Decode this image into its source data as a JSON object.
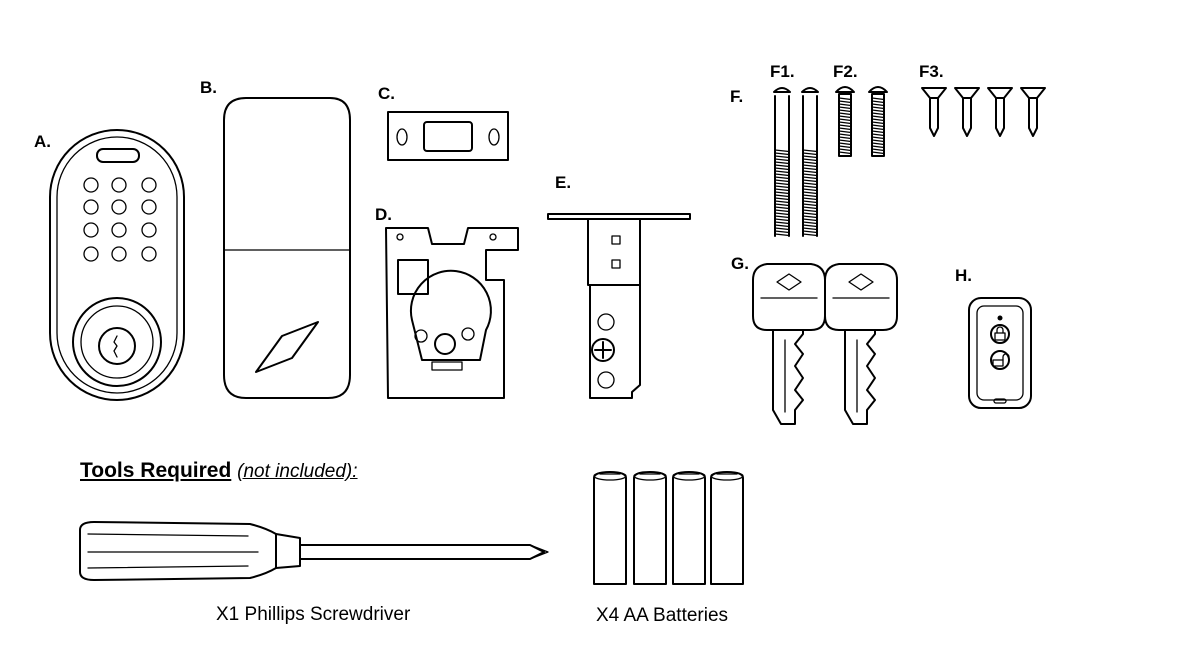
{
  "labels": {
    "a": "A.",
    "b": "B.",
    "c": "C.",
    "d": "D.",
    "e": "E.",
    "f": "F.",
    "f1": "F1.",
    "f2": "F2.",
    "f3": "F3.",
    "g": "G.",
    "h": "H."
  },
  "tools": {
    "heading": "Tools Required",
    "note": "(not included):"
  },
  "captions": {
    "screwdriver": "X1 Phillips Screwdriver",
    "batteries": "X4 AA Batteries"
  }
}
